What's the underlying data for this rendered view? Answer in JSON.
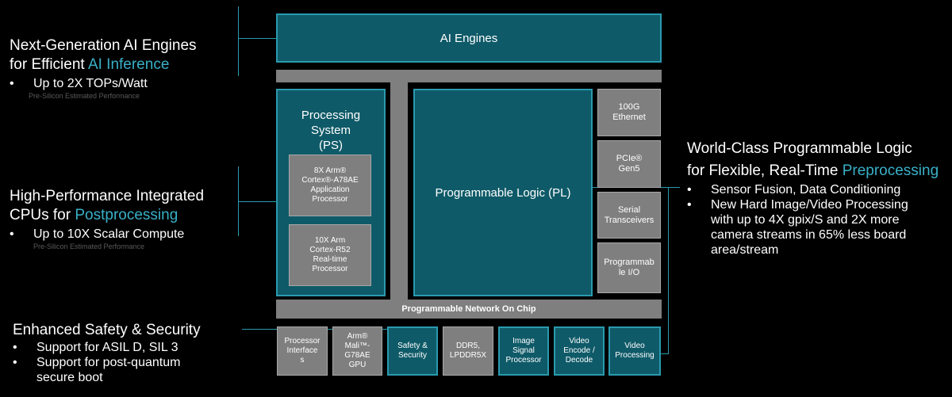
{
  "left": {
    "ai": {
      "line1": "Next-Generation AI Engines",
      "line2_prefix": "for Efficient ",
      "line2_accent": "AI Inference",
      "bullet": "Up to 2X TOPs/Watt",
      "note": "Pre-Silicon Estimated Performance"
    },
    "cpu": {
      "line1": "High-Performance Integrated",
      "line2_prefix": "CPUs for ",
      "line2_accent": "Postprocessing",
      "bullet": "Up to 10X Scalar Compute",
      "note": "Pre-Silicon Estimated Performance"
    },
    "safety": {
      "line1": "Enhanced Safety & Security",
      "bullet1": "Support for ASIL D, SIL 3",
      "bullet2_line1": "Support for post-quantum",
      "bullet2_line2": "secure boot"
    }
  },
  "right": {
    "line1": "World-Class Programmable Logic",
    "line2_prefix": "for Flexible, Real-Time ",
    "line2_accent": "Preprocessing",
    "bullet1": "Sensor Fusion, Data Conditioning",
    "bullet2_lines": [
      "New Hard Image/Video Processing",
      "with up to 4X gpix/S and 2X more",
      "camera streams in 65% less board",
      "area/stream"
    ]
  },
  "bullet_char": "•",
  "blocks": {
    "ai_engines": "AI Engines",
    "ps_title": [
      "Processing",
      "System",
      "(PS)"
    ],
    "ps_a78": [
      "8X Arm®",
      "Cortex®-A78AE",
      "Application",
      "Processor"
    ],
    "ps_r52": [
      "10X Arm",
      "Cortex-R52",
      "Real-time",
      "Processor"
    ],
    "pl": "Programmable Logic (PL)",
    "ethernet": [
      "100G",
      "Ethernet"
    ],
    "pcie": [
      "PCIe®",
      "Gen5"
    ],
    "serial": [
      "Serial",
      "Transceivers"
    ],
    "pio": [
      "Programmab",
      "le I/O"
    ],
    "noc": "Programmable Network On Chip",
    "bottom": [
      [
        "Processor",
        "Interface",
        "s"
      ],
      [
        "Arm®",
        "Mali™-",
        "G78AE",
        "GPU"
      ],
      [
        "Safety &",
        "Security"
      ],
      [
        "DDR5,",
        "LPDDR5X"
      ],
      [
        "Image",
        "Signal",
        "Processor"
      ],
      [
        "Video",
        "Encode /",
        "Decode"
      ],
      [
        "Video",
        "Processing"
      ]
    ]
  },
  "colors": {
    "teal_fill": "#0f5a68",
    "teal_border": "#2a9aae",
    "accent_text": "#39b0c8",
    "gray_block": "#7f7f7f",
    "background": "#000000"
  }
}
